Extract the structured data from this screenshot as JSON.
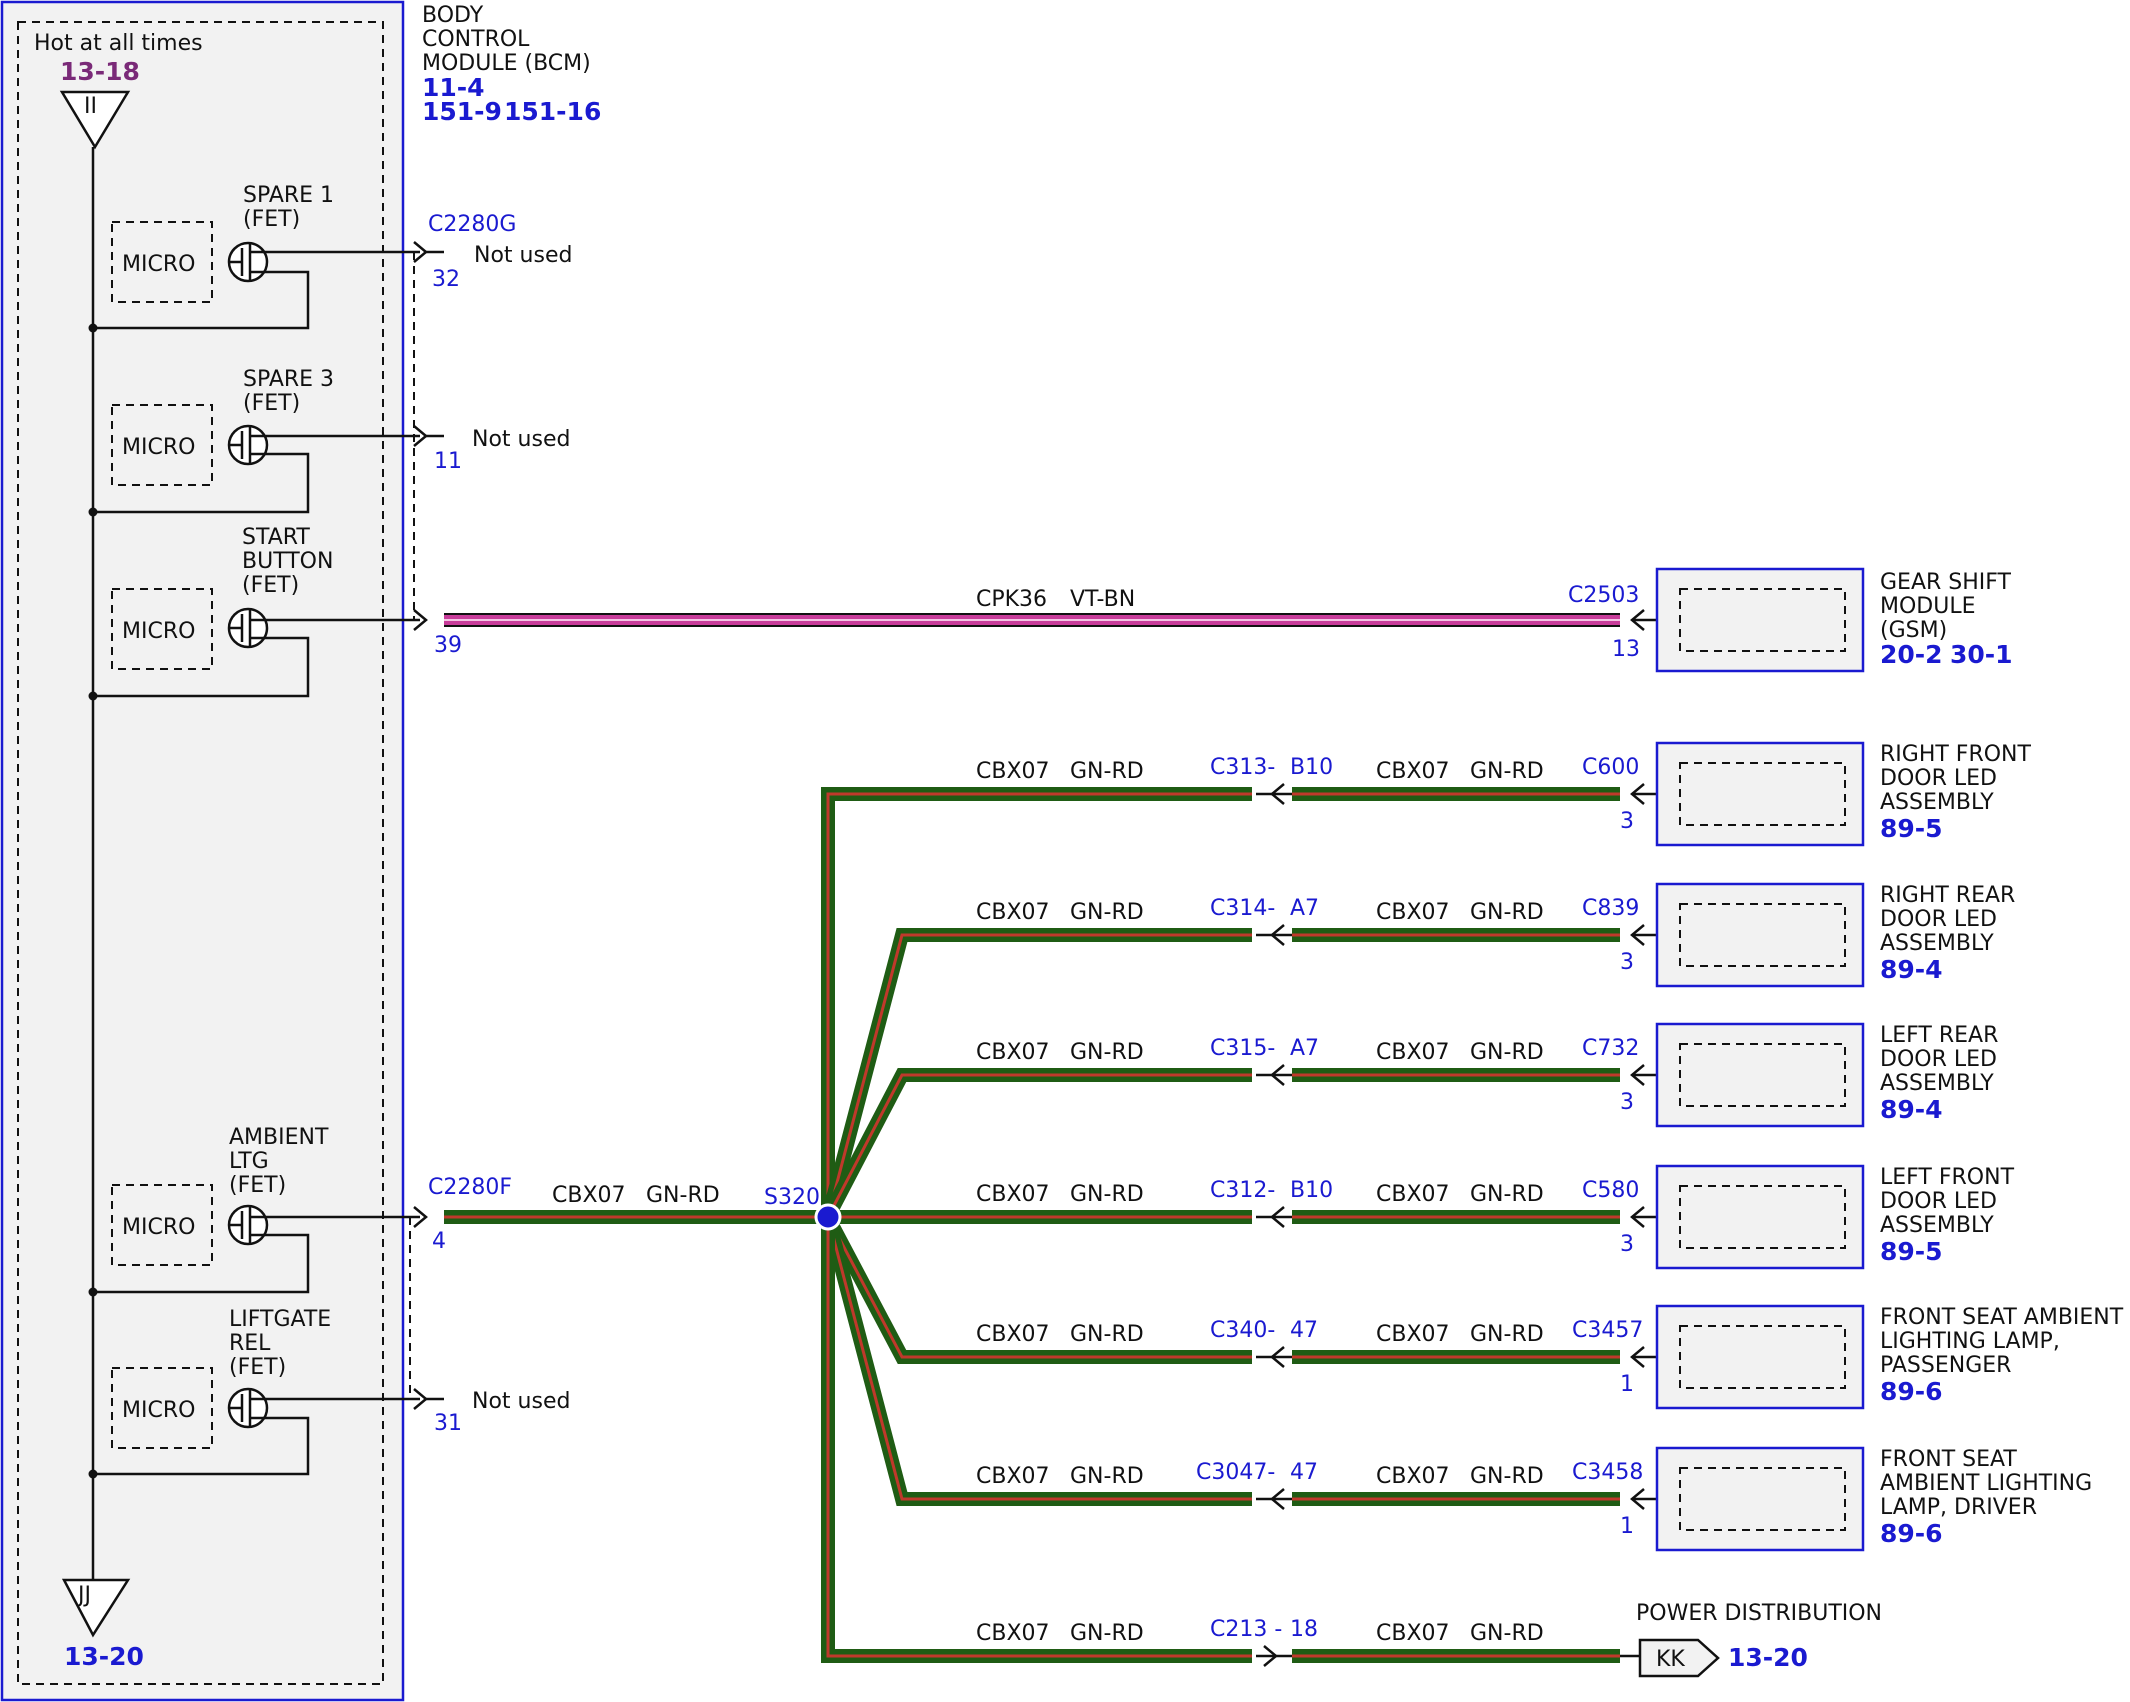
{
  "bcm": {
    "title_lines": [
      "BODY",
      "CONTROL",
      "MODULE (BCM)"
    ],
    "ref_line1": "11-4",
    "ref_line2a": "151-9",
    "ref_line2b": "151-16",
    "hot_label": "Hot at all times",
    "hot_ref": "13-18",
    "top_triangle": "II",
    "bottom_triangle": "JJ",
    "bottom_ref": "13-20",
    "micro_label": "MICRO"
  },
  "channels": [
    {
      "name_lines": [
        "SPARE 1",
        "(FET)"
      ],
      "connector": "C2280G",
      "pin": "32",
      "status": "Not used"
    },
    {
      "name_lines": [
        "SPARE 3",
        "(FET)"
      ],
      "connector": "",
      "pin": "11",
      "status": "Not used"
    },
    {
      "name_lines": [
        "START",
        "BUTTON",
        "(FET)"
      ],
      "connector": "",
      "pin": "39",
      "status": ""
    },
    {
      "name_lines": [
        "AMBIENT",
        "LTG",
        "(FET)"
      ],
      "connector": "C2280F",
      "pin": "4",
      "status": ""
    },
    {
      "name_lines": [
        "LIFTGATE",
        "REL",
        "(FET)"
      ],
      "connector": "",
      "pin": "31",
      "status": "Not used"
    }
  ],
  "gsm_wire": {
    "circuit": "CPK36",
    "color": "VT-BN",
    "connector": "C2503",
    "pin": "13"
  },
  "gsm_module": {
    "name_lines": [
      "GEAR SHIFT",
      "MODULE",
      "(GSM)"
    ],
    "ref1": "20-2",
    "ref2": "30-1"
  },
  "main_wire": {
    "circuit": "CBX07",
    "color": "GN-RD",
    "splice": "S320"
  },
  "branches": [
    {
      "inline": "C313",
      "inline_pin": "B10",
      "end_connector": "C600",
      "end_pin": "3",
      "name_lines": [
        "RIGHT FRONT",
        "DOOR LED",
        "ASSEMBLY"
      ],
      "ref": "89-5"
    },
    {
      "inline": "C314",
      "inline_pin": "A7",
      "end_connector": "C839",
      "end_pin": "3",
      "name_lines": [
        "RIGHT REAR",
        "DOOR LED",
        "ASSEMBLY"
      ],
      "ref": "89-4"
    },
    {
      "inline": "C315",
      "inline_pin": "A7",
      "end_connector": "C732",
      "end_pin": "3",
      "name_lines": [
        "LEFT REAR",
        "DOOR LED",
        "ASSEMBLY"
      ],
      "ref": "89-4"
    },
    {
      "inline": "C312",
      "inline_pin": "B10",
      "end_connector": "C580",
      "end_pin": "3",
      "name_lines": [
        "LEFT FRONT",
        "DOOR LED",
        "ASSEMBLY"
      ],
      "ref": "89-5"
    },
    {
      "inline": "C340",
      "inline_pin": "47",
      "end_connector": "C3457",
      "end_pin": "1",
      "name_lines": [
        "FRONT SEAT AMBIENT",
        "LIGHTING LAMP,",
        "PASSENGER"
      ],
      "ref": "89-6"
    },
    {
      "inline": "C3047",
      "inline_pin": "47",
      "end_connector": "C3458",
      "end_pin": "1",
      "name_lines": [
        "FRONT SEAT",
        "AMBIENT LIGHTING",
        "LAMP, DRIVER"
      ],
      "ref": "89-6"
    },
    {
      "inline": "C213",
      "inline_pin": "18",
      "end_connector": "",
      "end_pin": "",
      "name_lines": [
        "POWER DISTRIBUTION"
      ],
      "ref": "13-20",
      "end_tag": "KK"
    }
  ],
  "colors": {
    "connector_text": "#1a1ad0",
    "reference_text": "#1a1ad0",
    "hot_ref": "#7a2a78",
    "gn_rd_outer": "#1f5c14",
    "gn_rd_inner": "#c0392b",
    "vt_bn": "#c83c9a",
    "splice_dot": "#1a1ad0",
    "module_fill": "#f2f2f2",
    "module_border": "#1a1ad0"
  }
}
